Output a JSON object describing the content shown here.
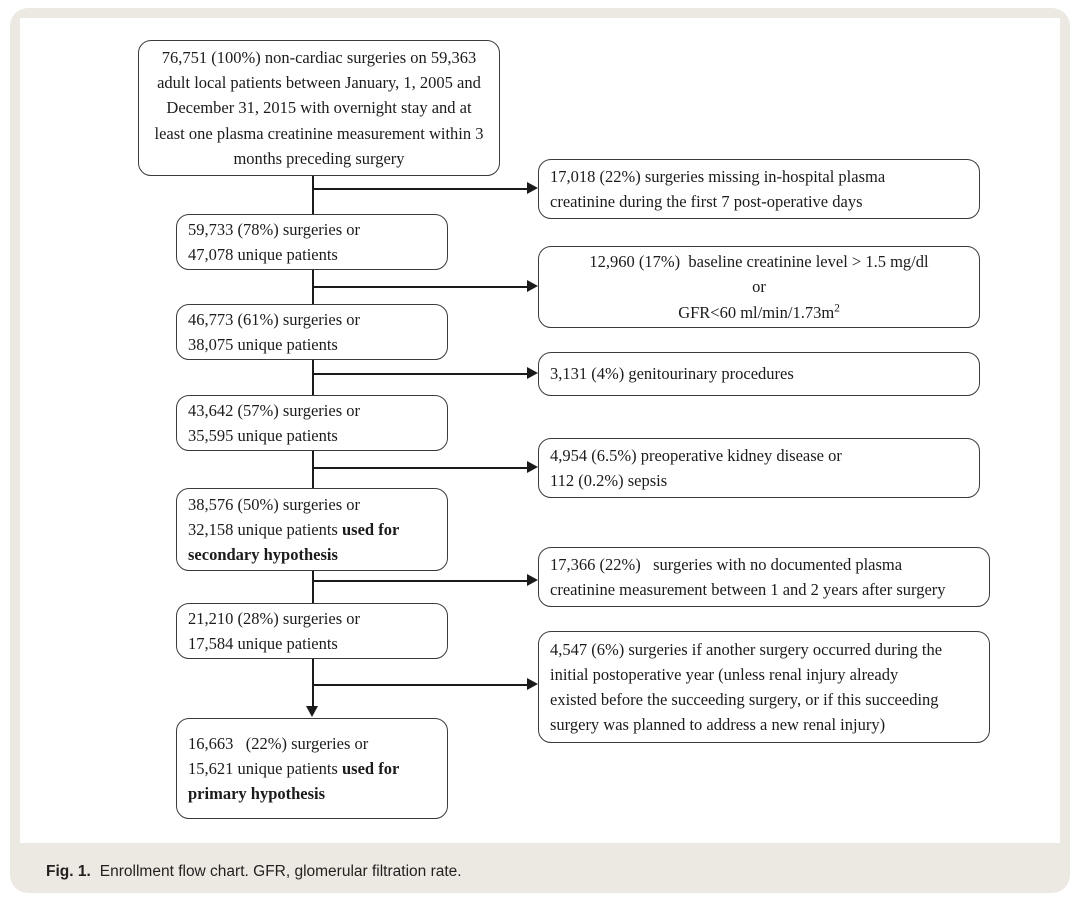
{
  "figure": {
    "caption_label": "Fig. 1.",
    "caption_text": "Enrollment flow chart. GFR, glomerular filtration rate.",
    "panel_bg": "#ebe9e1",
    "canvas_bg": "#ffffff",
    "line_color": "#1b1b1c",
    "box_border": "#3b3b3d"
  },
  "chart_data": {
    "type": "diagram",
    "title": "Enrollment flow chart",
    "orientation": "top-down with right-side exclusions",
    "cohort_boxes": [
      {
        "id": "cohort-0",
        "align": "center",
        "lines": [
          "76,751 (100%) non-cardiac surgeries on 59,363",
          "adult local patients between January, 1, 2005 and",
          "December 31, 2015 with overnight stay and at",
          "least one plasma creatinine measurement within 3",
          "months preceding surgery"
        ],
        "n_surgeries": 76751,
        "pct_surgeries": 100,
        "n_patients": 59363
      },
      {
        "id": "cohort-1",
        "align": "left",
        "lines": [
          "59,733 (78%) surgeries or",
          "47,078 unique patients"
        ],
        "n_surgeries": 59733,
        "pct_surgeries": 78,
        "n_patients": 47078
      },
      {
        "id": "cohort-2",
        "align": "left",
        "lines": [
          "46,773 (61%) surgeries or",
          "38,075 unique patients"
        ],
        "n_surgeries": 46773,
        "pct_surgeries": 61,
        "n_patients": 38075
      },
      {
        "id": "cohort-3",
        "align": "left",
        "lines": [
          "43,642 (57%) surgeries or",
          "35,595 unique patients"
        ],
        "n_surgeries": 43642,
        "pct_surgeries": 57,
        "n_patients": 35595
      },
      {
        "id": "cohort-4",
        "align": "left",
        "lines": [
          "38,576 (50%) surgeries or",
          "32,158 unique patients ",
          "secondary hypothesis"
        ],
        "bold_tail": "used for",
        "n_surgeries": 38576,
        "pct_surgeries": 50,
        "n_patients": 32158
      },
      {
        "id": "cohort-5",
        "align": "left",
        "lines": [
          "21,210 (28%) surgeries or",
          "17,584 unique patients"
        ],
        "n_surgeries": 21210,
        "pct_surgeries": 28,
        "n_patients": 17584
      },
      {
        "id": "cohort-6",
        "align": "left",
        "lines": [
          "16,663   (22%) surgeries or",
          "15,621 unique patients ",
          "primary hypothesis"
        ],
        "bold_tail": "used for",
        "n_surgeries": 16663,
        "pct_surgeries": 22,
        "n_patients": 15621
      }
    ],
    "exclusion_boxes": [
      {
        "id": "exclusion-0",
        "align": "left",
        "lines": [
          "17,018 (22%) surgeries missing in-hospital plasma",
          "creatinine during the first 7 post-operative days"
        ],
        "n_excluded": 17018,
        "pct_excluded": 22
      },
      {
        "id": "exclusion-1",
        "align": "center",
        "lines": [
          "12,960 (17%)  baseline creatinine level > 1.5 mg/dl",
          "or",
          "GFR<60 ml/min/1.73m"
        ],
        "superscript": "2",
        "n_excluded": 12960,
        "pct_excluded": 17
      },
      {
        "id": "exclusion-2",
        "align": "left",
        "lines": [
          "3,131 (4%) genitourinary procedures"
        ],
        "n_excluded": 3131,
        "pct_excluded": 4
      },
      {
        "id": "exclusion-3",
        "align": "left",
        "lines": [
          "4,954 (6.5%) preoperative kidney disease or",
          "112 (0.2%) sepsis"
        ],
        "n_excluded": 4954,
        "pct_excluded": 6.5,
        "n_excluded_secondary": 112,
        "pct_excluded_secondary": 0.2
      },
      {
        "id": "exclusion-4",
        "align": "left",
        "lines": [
          "17,366 (22%)   surgeries with no documented plasma",
          "creatinine measurement between 1 and 2 years after surgery"
        ],
        "n_excluded": 17366,
        "pct_excluded": 22
      },
      {
        "id": "exclusion-5",
        "align": "left",
        "lines": [
          "4,547 (6%) surgeries if another surgery occurred during the",
          "initial postoperative year (unless renal injury already",
          "existed before the succeeding surgery, or if this succeeding",
          "surgery was planned to address a new renal injury)"
        ],
        "n_excluded": 4547,
        "pct_excluded": 6
      }
    ]
  }
}
